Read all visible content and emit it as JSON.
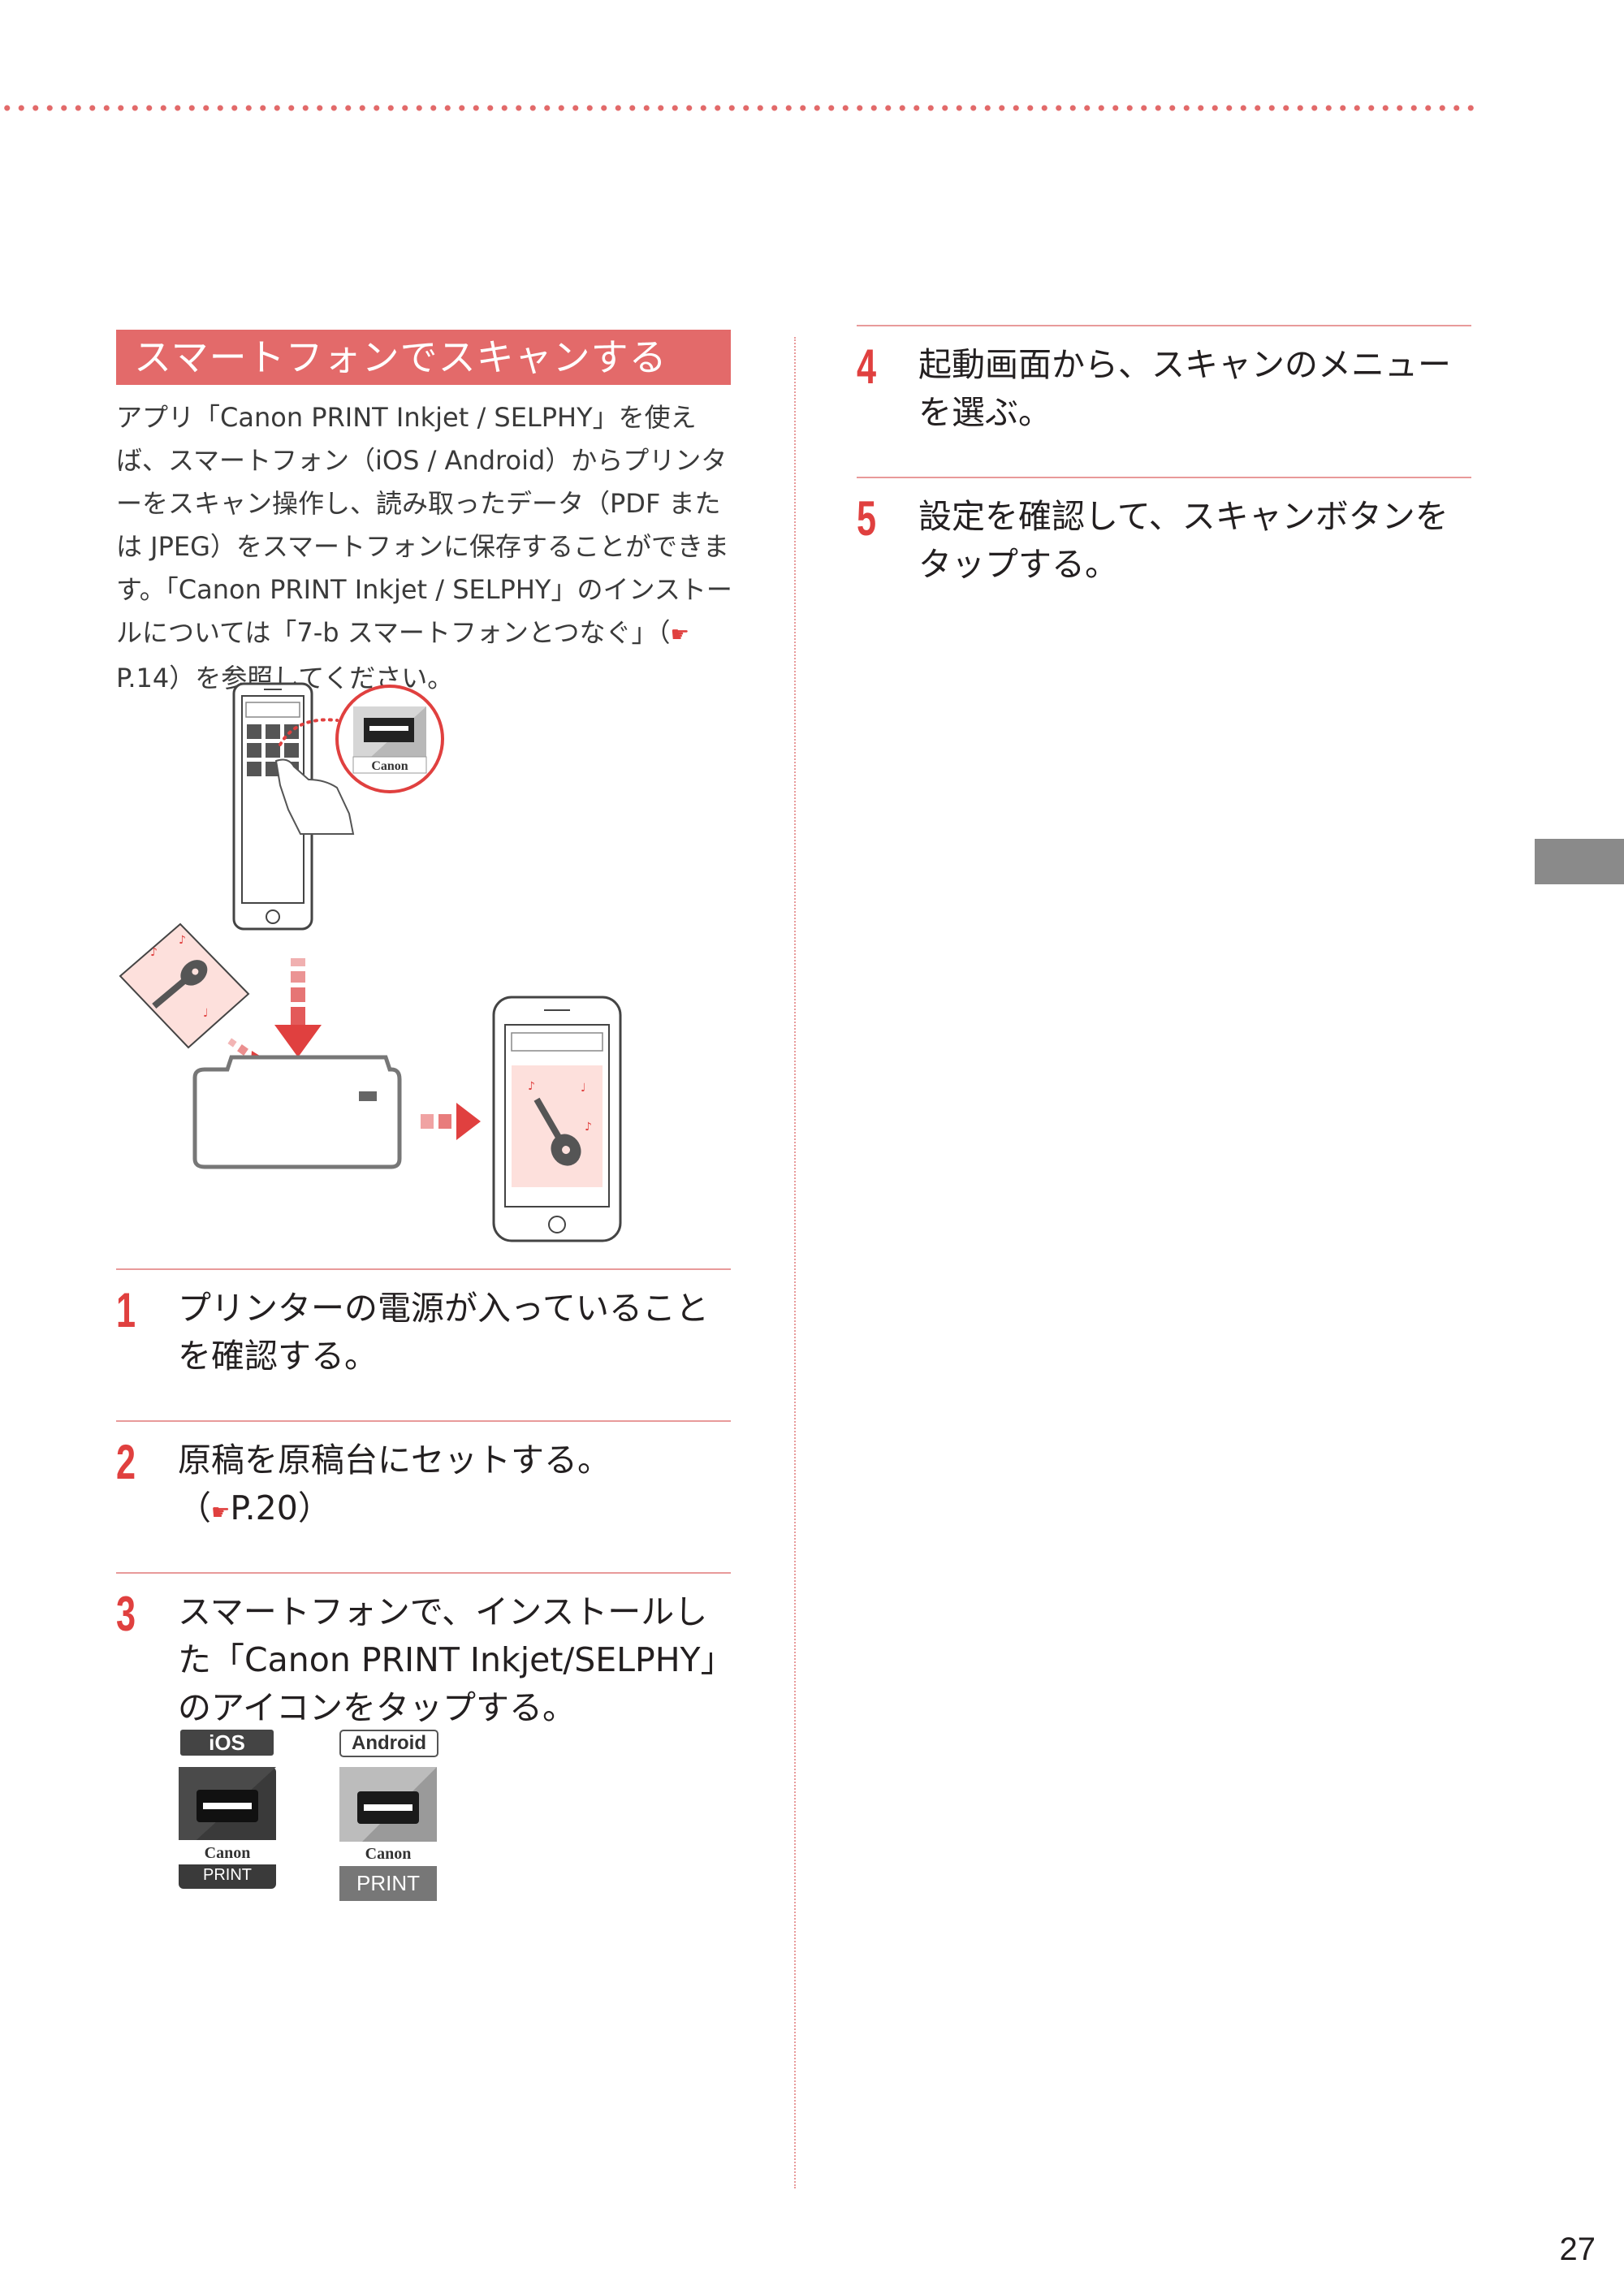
{
  "section": {
    "title": "スマートフォンでスキャンする",
    "intro_pre": "アプリ「Canon PRINT Inkjet / SELPHY」を使えば、スマートフォン（iOS / Android）からプリンターをスキャン操作し、読み取ったデータ（PDF または JPEG）をスマートフォンに保存することができます。「Canon PRINT Inkjet / SELPHY」のインストールについては「7-b スマートフォンとつなぐ」（",
    "intro_ref": "P.14",
    "intro_post": "）を参照してください。"
  },
  "illustration": {
    "app_brand": "Canon"
  },
  "steps": [
    {
      "number": "1",
      "text": "プリンターの電源が入っていることを確認する。"
    },
    {
      "number": "2",
      "text": "原稿を原稿台にセットする。",
      "ref_open": "（",
      "ref": "P.20",
      "ref_close": "）"
    },
    {
      "number": "3",
      "text": "スマートフォンで、インストールした「Canon PRINT Inkjet/SELPHY」のアイコンをタップする。"
    },
    {
      "number": "4",
      "text": "起動画面から、スキャンのメニューを選ぶ。"
    },
    {
      "number": "5",
      "text": "設定を確認して、スキャンボタンをタップする。"
    }
  ],
  "platforms": {
    "ios_label": "iOS",
    "android_label": "Android",
    "ios_icon": {
      "brand": "Canon",
      "caption": "PRINT"
    },
    "android_icon": {
      "brand": "Canon",
      "caption": "PRINT"
    }
  },
  "icons": {
    "reference": "pointing-hand-icon"
  },
  "colors": {
    "accent": "#e0403f",
    "title_bg": "#e36a6a",
    "rule": "#e89a9a",
    "side_tab": "#8a8a8a"
  },
  "page_number": "27"
}
